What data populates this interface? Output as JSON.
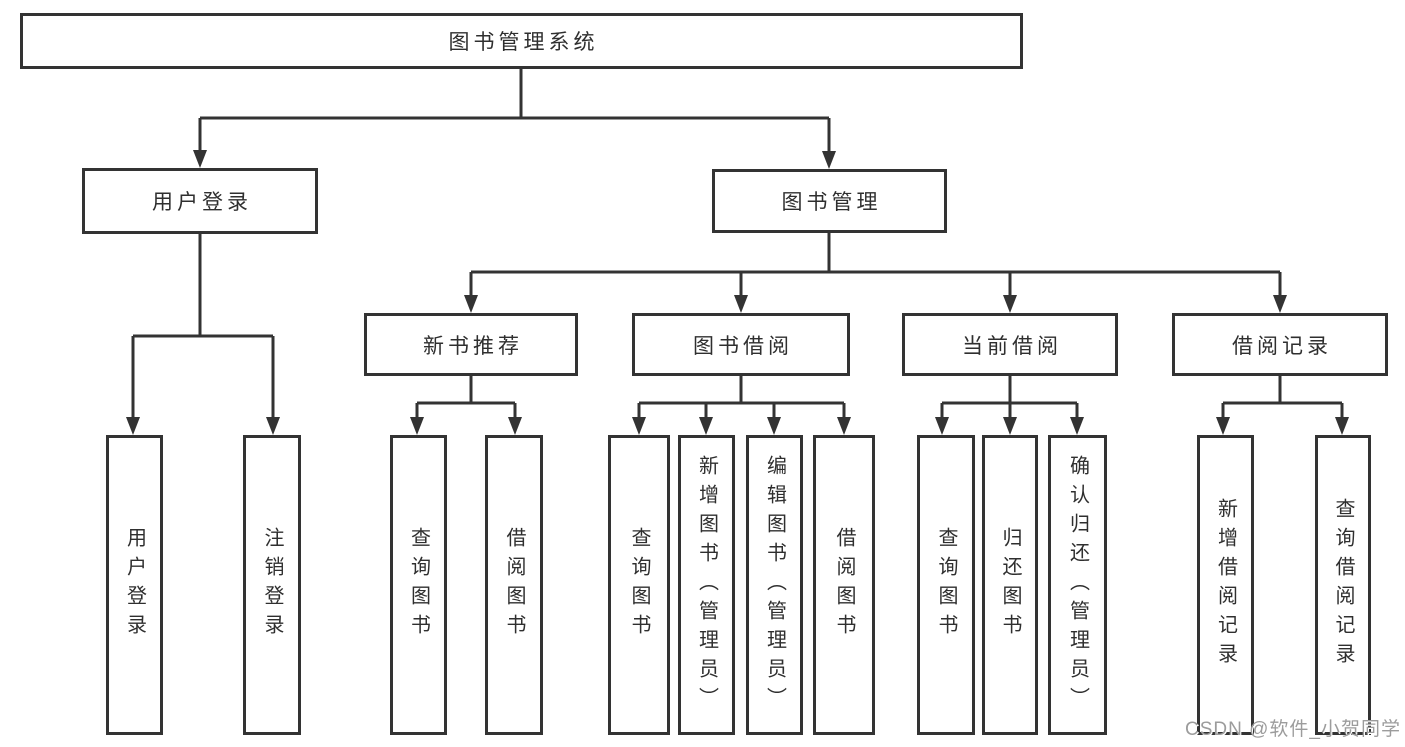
{
  "diagram_title": "图书管理系统",
  "tree": {
    "root": {
      "label": "图书管理系统",
      "children": [
        {
          "label": "用户登录",
          "children": [
            {
              "label": "用户登录"
            },
            {
              "label": "注销登录"
            }
          ]
        },
        {
          "label": "图书管理",
          "children": [
            {
              "label": "新书推荐",
              "children": [
                {
                  "label": "查询图书"
                },
                {
                  "label": "借阅图书"
                }
              ]
            },
            {
              "label": "图书借阅",
              "children": [
                {
                  "label": "查询图书"
                },
                {
                  "label": "新增图书（管理员）"
                },
                {
                  "label": "编辑图书（管理员）"
                },
                {
                  "label": "借阅图书"
                }
              ]
            },
            {
              "label": "当前借阅",
              "children": [
                {
                  "label": "查询图书"
                },
                {
                  "label": "归还图书"
                },
                {
                  "label": "确认归还（管理员）"
                }
              ]
            },
            {
              "label": "借阅记录",
              "children": [
                {
                  "label": "新增借阅记录"
                },
                {
                  "label": "查询借阅记录"
                }
              ]
            }
          ]
        }
      ]
    }
  },
  "watermark": {
    "text": "CSDN @软件_小贺同学"
  },
  "colors": {
    "line": "#333333",
    "text": "#2f2f2f",
    "background": "#ffffff",
    "watermark": "#9c9c9c"
  }
}
